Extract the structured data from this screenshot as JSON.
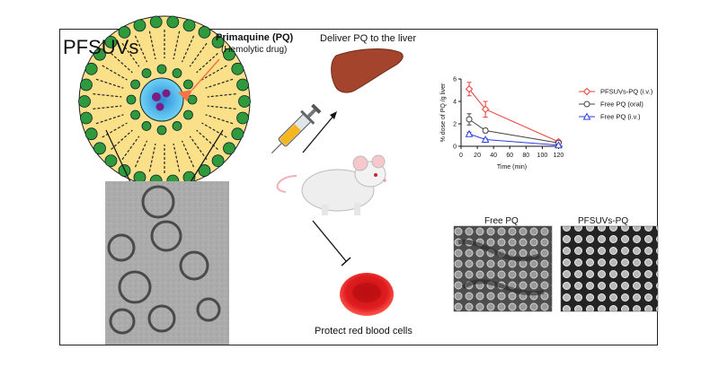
{
  "labels": {
    "title": "PFSUVs",
    "drug_name": "Primaquine (PQ)",
    "drug_desc": "(Hemolytic drug)",
    "deliver": "Deliver PQ to the liver",
    "protect": "Protect red blood cells",
    "image_free": "Free PQ",
    "image_pfsuv": "PFSUVs-PQ"
  },
  "chart_data": {
    "type": "line",
    "xlabel": "Time (min)",
    "ylabel": "% dose of PQ /g liver",
    "xlim": [
      0,
      125
    ],
    "ylim": [
      0,
      6
    ],
    "x_ticks": [
      0,
      20,
      40,
      60,
      80,
      100,
      120
    ],
    "y_ticks": [
      0,
      2,
      4,
      6
    ],
    "legend_position": "right",
    "series": [
      {
        "name": "PFSUVs-PQ (i.v.)",
        "marker": "diamond",
        "color": "#e8413c",
        "x": [
          10,
          30,
          120
        ],
        "y": [
          5.1,
          3.3,
          0.4
        ],
        "err": [
          0.6,
          0.7,
          0.15
        ]
      },
      {
        "name": "Free PQ (oral)",
        "marker": "circle",
        "color": "#444444",
        "x": [
          10,
          30,
          120
        ],
        "y": [
          2.4,
          1.4,
          0.3
        ],
        "err": [
          0.5,
          0.2,
          0.1
        ]
      },
      {
        "name": "Free PQ (i.v.)",
        "marker": "triangle",
        "color": "#2b3fe0",
        "x": [
          10,
          30,
          120
        ],
        "y": [
          1.1,
          0.6,
          0.1
        ],
        "err": [
          0.15,
          0.1,
          0.05
        ]
      }
    ]
  }
}
